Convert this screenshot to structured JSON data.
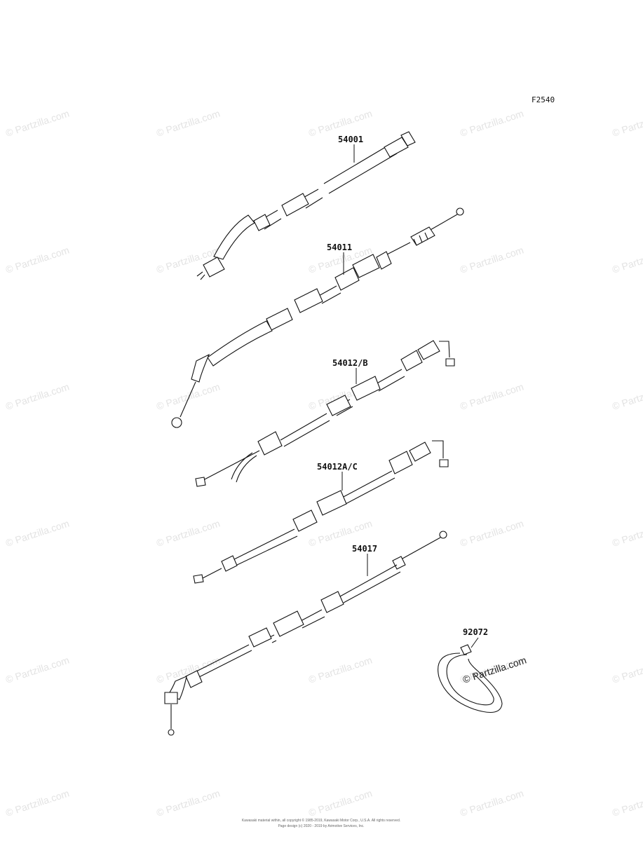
{
  "diagram": {
    "figure_code": "F2540",
    "parts": [
      {
        "number": "54001"
      },
      {
        "number": "54011"
      },
      {
        "number": "54012/B"
      },
      {
        "number": "54012A/C"
      },
      {
        "number": "54017"
      },
      {
        "number": "92072"
      }
    ],
    "watermark": "© Partzilla.com",
    "footer_line1": "Kawasaki material within, all copyright © 1985-2019, Kawasaki Motor Corp., U.S.A. All rights reserved.",
    "footer_line2": "Page design (c) 2020 - 2019 by Arimotive Services, Inc."
  }
}
